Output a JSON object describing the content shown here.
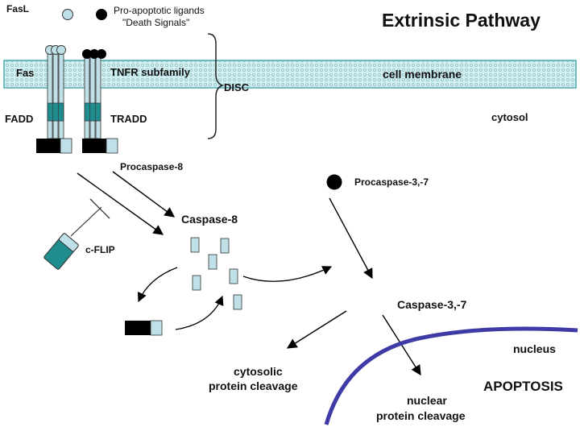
{
  "title": "Extrinsic Pathway",
  "legend": {
    "fasl": "FasL",
    "pro_apoptotic_line1": "Pro-apoptotic ligands",
    "pro_apoptotic_line2": "\"Death Signals\""
  },
  "membrane": {
    "fas": "Fas",
    "tnfr": "TNFR subfamily",
    "cell_membrane": "cell membrane",
    "disc": "DISC",
    "fadd": "FADD",
    "tradd": "TRADD",
    "cytosol": "cytosol"
  },
  "nodes": {
    "procaspase8": "Procaspase-8",
    "procaspase37": "Procaspase-3,-7",
    "caspase8": "Caspase-8",
    "cflip": "c-FLIP",
    "caspase37": "Caspase-3,-7",
    "nucleus": "nucleus",
    "apoptosis": "APOPTOSIS",
    "cytosolic_line1": "cytosolic",
    "cytosolic_line2": "protein cleavage",
    "nuclear_line1": "nuclear",
    "nuclear_line2": "protein cleavage"
  },
  "colors": {
    "membrane_fill": "#cfe9ec",
    "membrane_stroke": "#4aa7ad",
    "receptor_fill": "#bfe0e6",
    "receptor_teal": "#1f8c8e",
    "dark": "#000000",
    "nucleus_stroke": "#3e3ba6",
    "caspase_fill": "#bfe0e6"
  }
}
